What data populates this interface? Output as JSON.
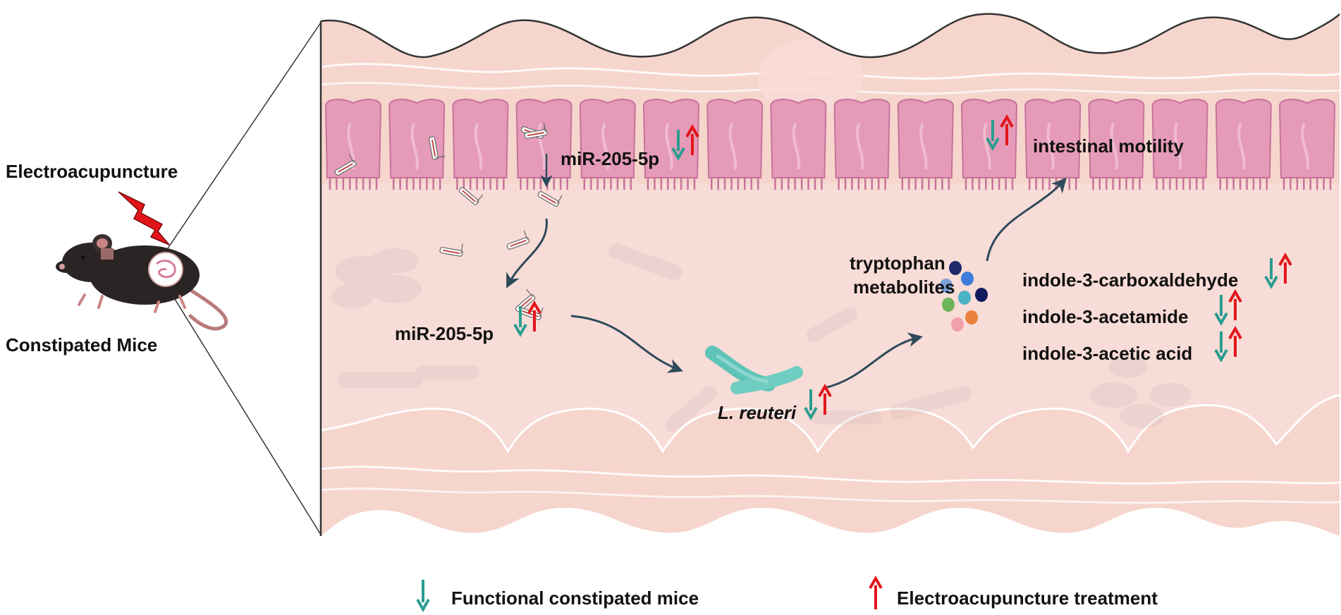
{
  "labels": {
    "electroacupuncture": "Electroacupuncture",
    "constipated_mice": "Constipated Mice",
    "mir_top": "miR-205-5p",
    "mir_lumen": "miR-205-5p",
    "l_reuteri": "L. reuteri",
    "tryptophan_line1": "tryptophan",
    "tryptophan_line2": "metabolites",
    "intestinal_motility": "intestinal motility",
    "metabolite_1": "indole-3-carboxaldehyde",
    "metabolite_2": "indole-3-acetamide",
    "metabolite_3": "indole-3-acetic acid"
  },
  "legend": {
    "down_label": "Functional constipated mice",
    "up_label": "Electroacupuncture treatment"
  },
  "colors": {
    "down_arrow": "#2a9d8f",
    "up_arrow": "#e3151b",
    "tissue_outer": "#f6d5cc",
    "tissue_inner": "#f8dcd7",
    "epithelium": "#e59bb8",
    "bacteria": "#5fc4b8",
    "flow_arrow": "#2d4a5a"
  },
  "icons": {
    "bolt": "lightning-bolt-icon",
    "mouse": "mouse-icon",
    "mirna": "mirna-strand-icon",
    "bacterium": "bacterium-icon",
    "metabolite_dots": "metabolite-dots-icon"
  }
}
